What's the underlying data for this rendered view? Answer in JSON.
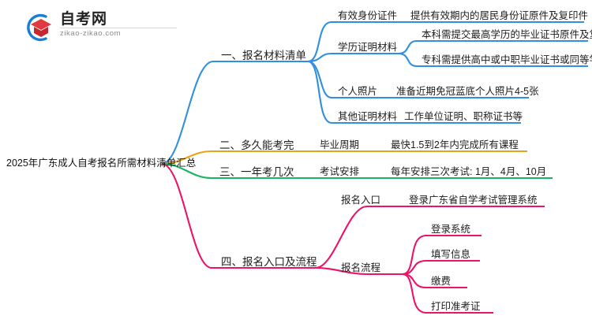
{
  "logo": {
    "name": "zikao-logo",
    "cn": "自考网",
    "en": "zikao-zikao.com",
    "arc_color": "#1a7fd4",
    "cap_color": "#e0393e"
  },
  "colors": {
    "branch1": "#2f8fe0",
    "branch2": "#e8a317",
    "branch3": "#18b562",
    "branch4": "#ec1368",
    "text": "#1d1d1d"
  },
  "root": {
    "label": "2025年广东成人自考报名所需材料清单汇总"
  },
  "branches": [
    {
      "label": "一、报名材料清单",
      "color": "#2f8fe0",
      "children": [
        {
          "label": "有效身份证件",
          "leaves": [
            "提供有效期内的居民身份证原件及复印件"
          ]
        },
        {
          "label": "学历证明材料",
          "leaves": [
            "本科需提交最高学历的毕业证书原件及复印件",
            "专科需提供高中或中职毕业证书或同等学历证明"
          ]
        },
        {
          "label": "个人照片",
          "leaves": [
            "准备近期免冠蓝底个人照片4-5张"
          ]
        },
        {
          "label": "其他证明材料",
          "leaves": [
            "工作单位证明、职称证书等"
          ]
        }
      ]
    },
    {
      "label": "二、多久能考完",
      "color": "#e8a317",
      "children": [
        {
          "label": "毕业周期",
          "leaves": [
            "最快1.5到2年内完成所有课程"
          ]
        }
      ]
    },
    {
      "label": "三、一年考几次",
      "color": "#18b562",
      "children": [
        {
          "label": "考试安排",
          "leaves": [
            "每年安排三次考试: 1月、4月、10月"
          ]
        }
      ]
    },
    {
      "label": "四、报名入口及流程",
      "color": "#ec1368",
      "children": [
        {
          "label": "报名入口",
          "leaves": [
            "登录广东省自学考试管理系统"
          ]
        },
        {
          "label": "报名流程",
          "leaves": [
            "登录系统",
            "填写信息",
            "缴费",
            "打印准考证"
          ]
        }
      ]
    }
  ]
}
